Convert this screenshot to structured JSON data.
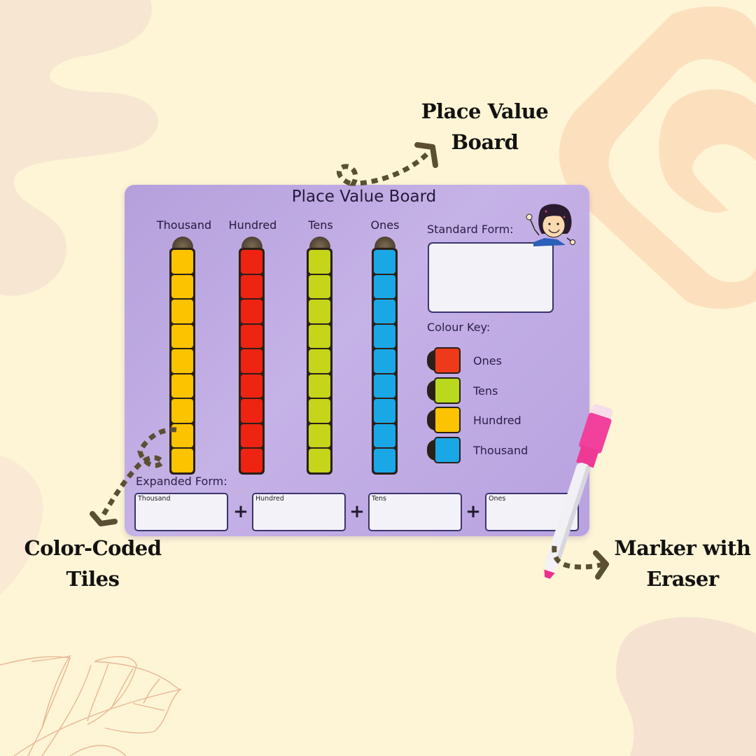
{
  "callouts": {
    "board": [
      "Place Value",
      "Board"
    ],
    "tiles": [
      "Color-Coded",
      "Tiles"
    ],
    "marker": [
      "Marker with",
      "Eraser"
    ]
  },
  "board": {
    "title": "Place Value Board",
    "columns": [
      {
        "label": "Thousand",
        "color": "#fcc300",
        "tiles": 9
      },
      {
        "label": "Hundred",
        "color": "#ee2311",
        "tiles": 9
      },
      {
        "label": "Tens",
        "color": "#c4d51a",
        "tiles": 9
      },
      {
        "label": "Ones",
        "color": "#1aa7e6",
        "tiles": 9
      }
    ],
    "standard_form": {
      "label": "Standard Form:",
      "value": ""
    },
    "colour_key": {
      "label": "Colour Key:",
      "items": [
        {
          "label": "Ones",
          "color": "#ee3a1a"
        },
        {
          "label": "Tens",
          "color": "#b9d81e"
        },
        {
          "label": "Hundred",
          "color": "#fcc300"
        },
        {
          "label": "Thousand",
          "color": "#1aa7e6"
        }
      ]
    },
    "expanded_form": {
      "label": "Expanded Form:",
      "boxes": [
        "Thousand",
        "Hundred",
        "Tens",
        "Ones"
      ],
      "operator": "+"
    }
  },
  "colors": {
    "background": "#fdf5d6",
    "board": "#bfa9e2",
    "arrow": "#5b4f33",
    "marker_cap": "#f03e9c"
  }
}
